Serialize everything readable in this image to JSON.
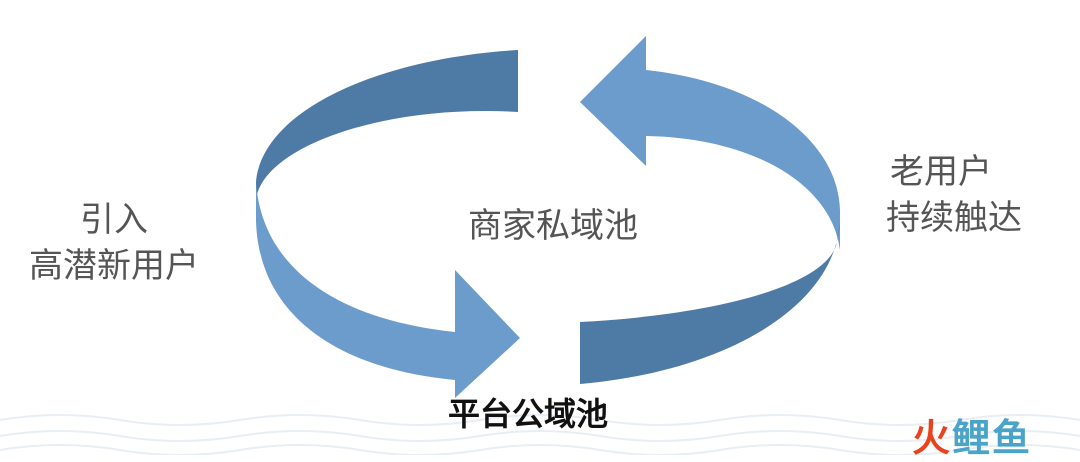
{
  "labels": {
    "left_line1": "引入",
    "left_line2": "高潜新用户",
    "right_line1": "老用户",
    "right_line2": "持续触达",
    "center": "商家私域池",
    "bottom": "平台公域池"
  },
  "watermark": {
    "part1": "火",
    "part2": "鲤鱼"
  },
  "colors": {
    "arrow_front": "#6b9ccb",
    "arrow_back": "#4e7ba5",
    "text": "#555555",
    "wave": "#e8eef4"
  }
}
